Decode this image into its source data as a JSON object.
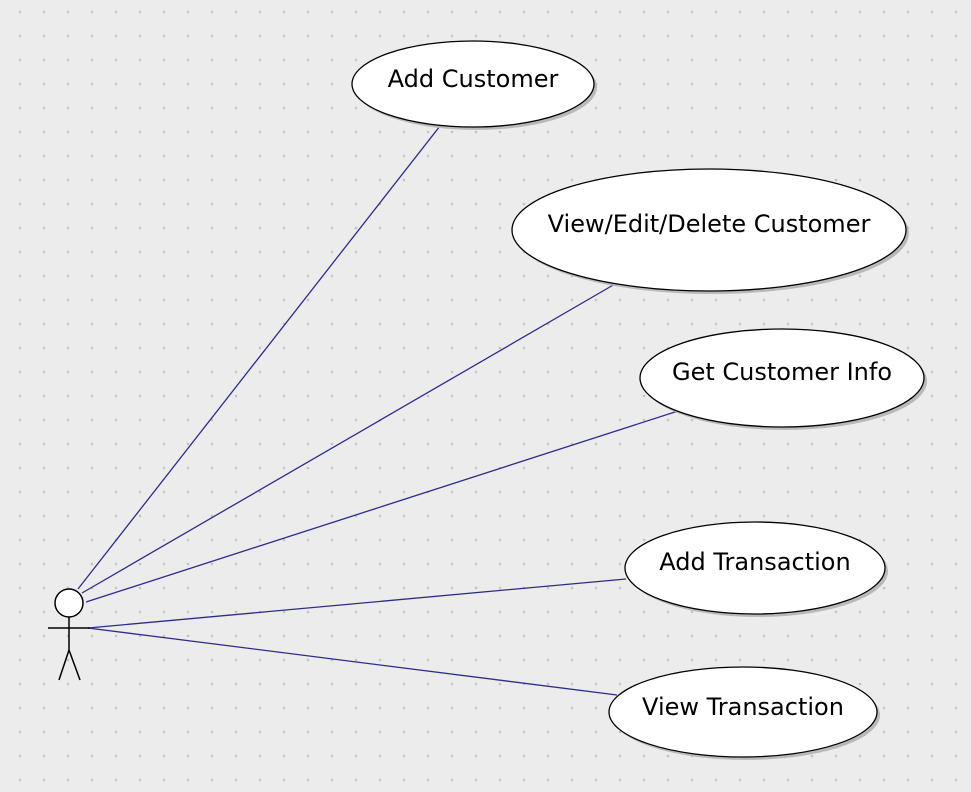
{
  "diagram": {
    "type": "UML use case diagram",
    "actor": {
      "label": ""
    },
    "use_cases": [
      {
        "label": "Add Customer"
      },
      {
        "label": "View/Edit/Delete Customer"
      },
      {
        "label": "Get Customer Info"
      },
      {
        "label": "Add Transaction"
      },
      {
        "label": "View Transaction"
      }
    ],
    "colors": {
      "background": "#ececec",
      "grid_dot": "#c2c2c2",
      "association_line": "#2c2c8a",
      "use_case_fill": "#ffffff",
      "use_case_border": "#000000"
    }
  }
}
